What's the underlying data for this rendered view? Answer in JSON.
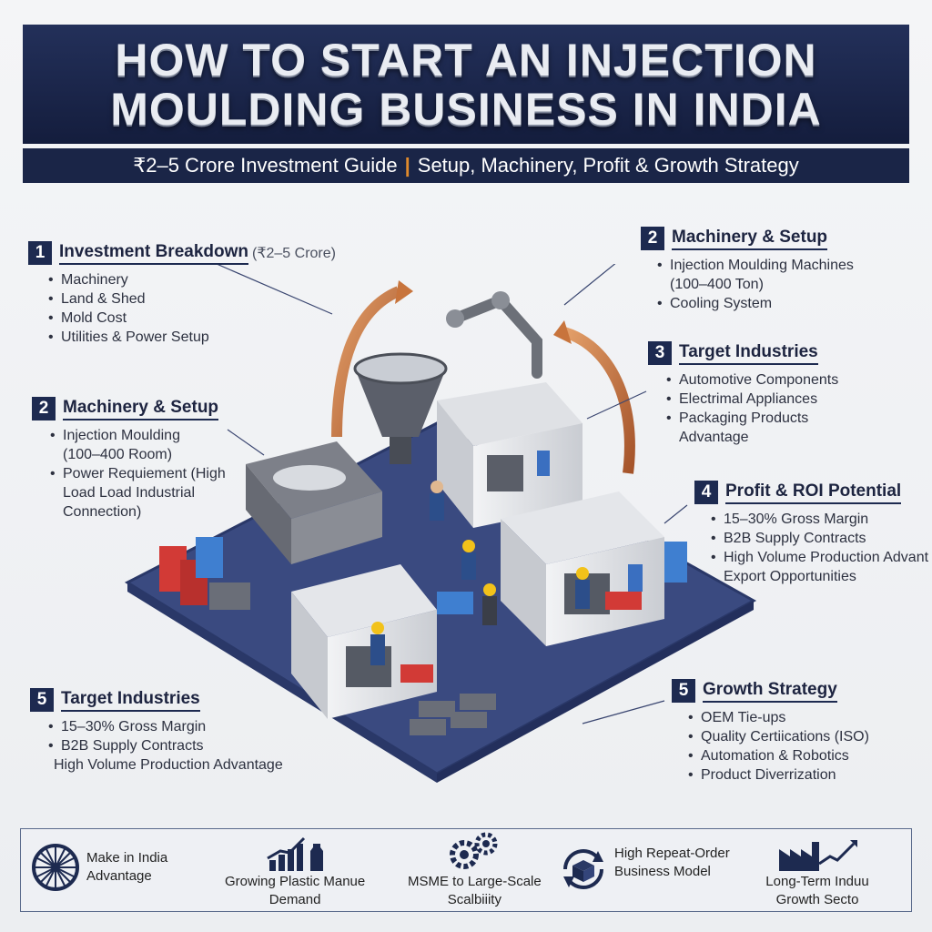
{
  "header": {
    "title_line1": "HOW TO START AN INJECTION",
    "title_line2": "MOULDING BUSINESS IN INDIA",
    "subtitle_left": "₹2–5 Crore Investment Guide",
    "subtitle_sep": "|",
    "subtitle_right": "Setup, Machinery, Profit & Growth Strategy"
  },
  "sections": {
    "investment": {
      "num": "1",
      "title": "Investment Breakdown",
      "note": "(₹2–5 Crore)",
      "items": [
        "Machinery",
        "Land & Shed",
        "Mold Cost",
        "Utilities & Power Setup"
      ]
    },
    "machinery_right": {
      "num": "2",
      "title": "Machinery & Setup",
      "items": [
        "Injection Moulding Machines",
        "(100–400 Ton)",
        "Cooling System"
      ]
    },
    "target_right": {
      "num": "3",
      "title": "Target Industries",
      "items": [
        "Automotive Components",
        "Electrimal Appliances",
        "Packaging Products",
        "Advantage"
      ]
    },
    "machinery_left": {
      "num": "2",
      "title": "Machinery & Setup",
      "items": [
        "Injection Moulding",
        "(100–400 Room)",
        "Power Requiement (High",
        "Load Load Industrial",
        "Connection)"
      ]
    },
    "profit": {
      "num": "4",
      "title": "Profit & ROI Potential",
      "items": [
        "15–30% Gross Margin",
        "B2B Supply Contracts",
        "High Volume Production Advant",
        "Export Opportunities"
      ]
    },
    "target_left": {
      "num": "5",
      "title": "Target Industries",
      "items": [
        "15–30% Gross Margin",
        "B2B Supply Contracts",
        "High Volume Production Advantage"
      ]
    },
    "growth": {
      "num": "5",
      "title": "Growth Strategy",
      "items": [
        "OEM Tie-ups",
        "Quality Certiications (ISO)",
        "Automation & Robotics",
        "Product Diverrization"
      ]
    }
  },
  "features": [
    {
      "icon": "ashoka-chakra-icon",
      "line1": "Make in India",
      "line2": "Advantage"
    },
    {
      "icon": "growth-chart-bottle-icon",
      "line1": "Growing Plastic Manue",
      "line2": "Demand"
    },
    {
      "icon": "gears-icon",
      "line1": "MSME to Large-Scale",
      "line2": "Scalbiiity"
    },
    {
      "icon": "box-cycle-icon",
      "line1": "High Repeat-Order",
      "line2": "Business Model"
    },
    {
      "icon": "factory-icon",
      "line1": "Long-Term Induu",
      "line2": "Growth Secto"
    }
  ],
  "colors": {
    "navy": "#1d2a50",
    "accent_orange": "#e08a2c",
    "copper": "#c8743c",
    "platform": "#3a4a80",
    "product_red": "#d23a36",
    "product_blue": "#3f7fd0"
  }
}
